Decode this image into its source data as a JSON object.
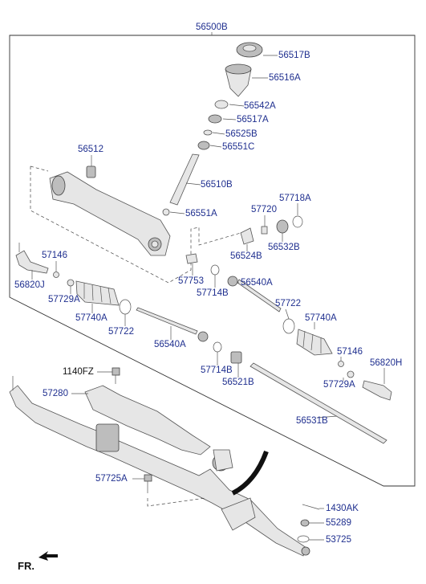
{
  "labels": {
    "assembly": "56500B",
    "p56517B": "56517B",
    "p56516A": "56516A",
    "p56542A": "56542A",
    "p56517A": "56517A",
    "p56525B": "56525B",
    "p56551C": "56551C",
    "p56512": "56512",
    "p56510B": "56510B",
    "p57720": "57720",
    "p57718A": "57718A",
    "p56551A": "56551A",
    "p56532B": "56532B",
    "p56524B": "56524B",
    "p57146_left": "57146",
    "p56820J": "56820J",
    "p57729A_left": "57729A",
    "p57753": "57753",
    "p57714B_top": "57714B",
    "p56540A_right": "56540A",
    "p57740A_left": "57740A",
    "p57722_left": "57722",
    "p57722_right": "57722",
    "p57740A_right": "57740A",
    "p56540A_left": "56540A",
    "p57146_right": "57146",
    "p56820H": "56820H",
    "p57714B_bottom": "57714B",
    "p56521B": "56521B",
    "p57729A_right": "57729A",
    "p1140FZ": "1140FZ",
    "p57280": "57280",
    "p56531B": "56531B",
    "p57725A": "57725A",
    "p1430AK": "1430AK",
    "p55289": "55289",
    "p53725": "53725",
    "front": "FR."
  },
  "colors": {
    "label": "#1f2f8f",
    "line": "#555555",
    "part_fill": "#e6e6e6"
  }
}
